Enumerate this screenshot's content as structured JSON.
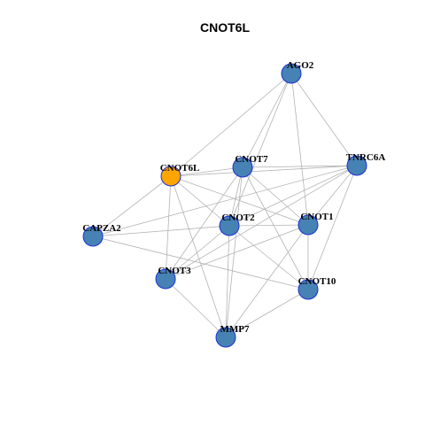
{
  "title": "CNOT6L",
  "colors": {
    "background": "#ffffff",
    "edge": "#b3b3b3",
    "node_fill": "#4682b4",
    "node_stroke": "#1c2fd6",
    "focus_fill": "#ffa500",
    "label": "#000000"
  },
  "network": {
    "focus": "CNOT6L",
    "nodes": [
      {
        "id": "AGO2",
        "label": "AGO2"
      },
      {
        "id": "CNOT7",
        "label": "CNOT7"
      },
      {
        "id": "TNRC6A",
        "label": "TNRC6A"
      },
      {
        "id": "CNOT6L",
        "label": "CNOT6L"
      },
      {
        "id": "CAPZA2",
        "label": "CAPZA2"
      },
      {
        "id": "CNOT2",
        "label": "CNOT2"
      },
      {
        "id": "CNOT1",
        "label": "CNOT1"
      },
      {
        "id": "CNOT3",
        "label": "CNOT3"
      },
      {
        "id": "CNOT10",
        "label": "CNOT10"
      },
      {
        "id": "MMP7",
        "label": "MMP7"
      }
    ],
    "edges": [
      [
        "AGO2",
        "CNOT6L"
      ],
      [
        "AGO2",
        "CNOT7"
      ],
      [
        "AGO2",
        "CNOT2"
      ],
      [
        "AGO2",
        "TNRC6A"
      ],
      [
        "AGO2",
        "CNOT1"
      ],
      [
        "CNOT6L",
        "CNOT7"
      ],
      [
        "CNOT6L",
        "TNRC6A"
      ],
      [
        "CNOT6L",
        "CAPZA2"
      ],
      [
        "CNOT6L",
        "CNOT2"
      ],
      [
        "CNOT6L",
        "CNOT1"
      ],
      [
        "CNOT6L",
        "CNOT3"
      ],
      [
        "CNOT6L",
        "MMP7"
      ],
      [
        "CNOT7",
        "TNRC6A"
      ],
      [
        "CNOT7",
        "CNOT2"
      ],
      [
        "CNOT7",
        "CNOT1"
      ],
      [
        "CNOT7",
        "CNOT3"
      ],
      [
        "CNOT7",
        "CNOT10"
      ],
      [
        "CNOT7",
        "MMP7"
      ],
      [
        "TNRC6A",
        "CNOT2"
      ],
      [
        "TNRC6A",
        "CNOT1"
      ],
      [
        "TNRC6A",
        "CNOT3"
      ],
      [
        "TNRC6A",
        "CNOT10"
      ],
      [
        "TNRC6A",
        "CAPZA2"
      ],
      [
        "CAPZA2",
        "CNOT2"
      ],
      [
        "CAPZA2",
        "CNOT10"
      ],
      [
        "CNOT2",
        "CNOT1"
      ],
      [
        "CNOT2",
        "CNOT3"
      ],
      [
        "CNOT2",
        "CNOT10"
      ],
      [
        "CNOT2",
        "MMP7"
      ],
      [
        "CNOT1",
        "CNOT3"
      ],
      [
        "CNOT1",
        "CNOT10"
      ],
      [
        "CNOT1",
        "MMP7"
      ],
      [
        "CNOT3",
        "MMP7"
      ],
      [
        "CNOT10",
        "MMP7"
      ]
    ]
  }
}
